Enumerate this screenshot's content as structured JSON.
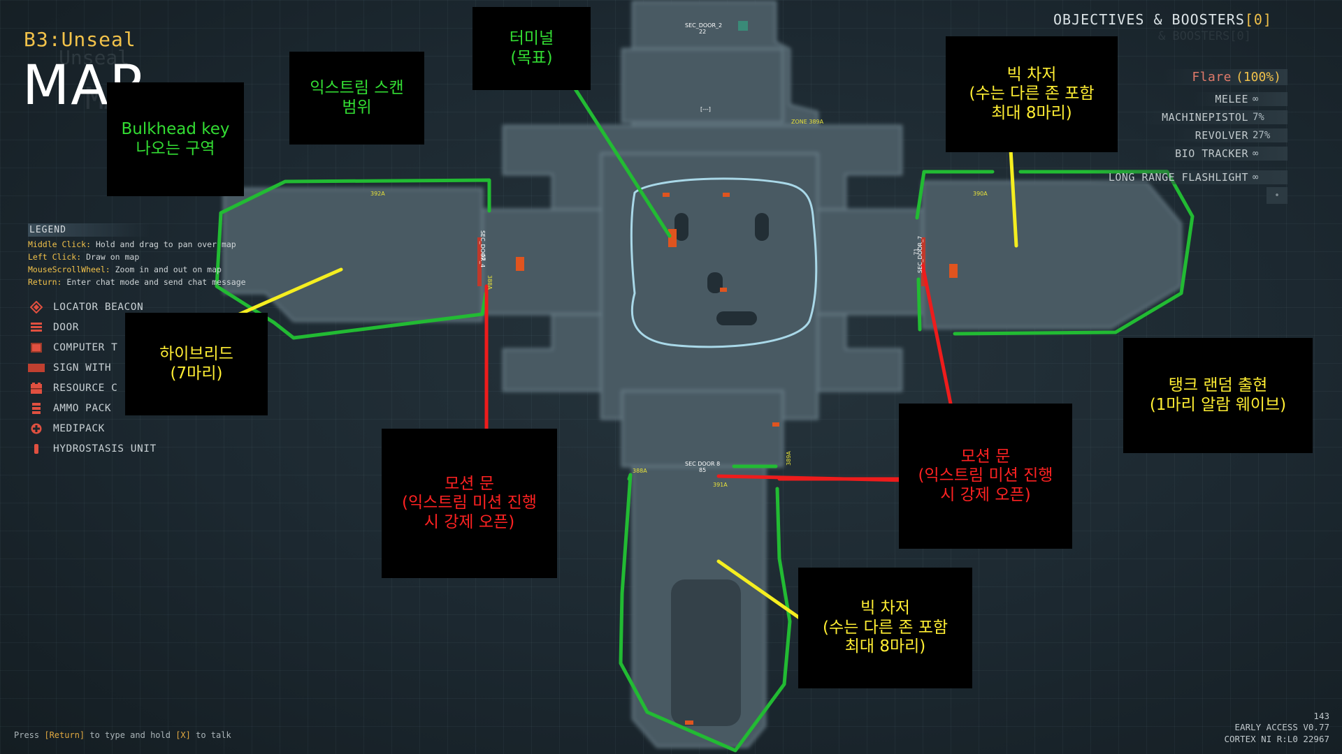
{
  "level": {
    "code": "B3:Unseal",
    "title": "MAP",
    "ghost_code": "Unseal"
  },
  "legend": {
    "header": "LEGEND",
    "controls": [
      {
        "key": "Middle Click:",
        "text": " Hold and drag to pan over map"
      },
      {
        "key": "Left Click:",
        "text": " Draw on map"
      },
      {
        "key": "MouseScrollWheel:",
        "text": " Zoom in and out on map"
      },
      {
        "key": "Return:",
        "text": " Enter chat mode and send chat message"
      }
    ],
    "items": [
      {
        "label": "LOCATOR BEACON",
        "icon": "locator-beacon-icon"
      },
      {
        "label": "DOOR",
        "icon": "door-icon"
      },
      {
        "label": "COMPUTER T",
        "icon": "computer-terminal-icon"
      },
      {
        "label": "SIGN WITH",
        "icon": "sign-icon"
      },
      {
        "label": "RESOURCE C",
        "icon": "resource-container-icon"
      },
      {
        "label": "AMMO PACK",
        "icon": "ammo-pack-icon"
      },
      {
        "label": "MEDIPACK",
        "icon": "medipack-icon"
      },
      {
        "label": "HYDROSTASIS UNIT",
        "icon": "hydrostasis-unit-icon"
      }
    ]
  },
  "objectives": {
    "label": "OBJECTIVES & BOOSTERS",
    "count": "[0]",
    "ghost": "& BOOSTERS[0]"
  },
  "inventory": {
    "flare": {
      "name": "Flare",
      "value": "(100%)"
    },
    "items": [
      {
        "name": "MELEE",
        "value": "∞"
      },
      {
        "name": "MACHINEPISTOL",
        "value": "7%"
      },
      {
        "name": "REVOLVER",
        "value": "27%"
      },
      {
        "name": "BIO TRACKER",
        "value": "∞"
      },
      {
        "name": "LONG RANGE FLASHLIGHT",
        "value": "∞"
      }
    ]
  },
  "map_labels": {
    "sec_door_top": "SEC_DOOR_2",
    "sec_door_top_num": "22",
    "zone_top": "ZONE 389A",
    "zone_left": "392A",
    "zone_right": "390A",
    "sec_door_left": "SEC_DOOR_4",
    "sec_door_left_num": "47",
    "sec_door_left_zone": "388A",
    "sec_door_right": "SEC_DOOR_7",
    "sec_door_right_num": "71",
    "sec_door_bottom": "SEC DOOR 8",
    "sec_door_bottom_num": "85",
    "zone_bottom_left": "388A",
    "zone_bottom": "391A",
    "zone_bottom_right": "389A",
    "terminal_center": "[---]"
  },
  "annotations": {
    "bulkhead": "Bulkhead key\n나오는 구역",
    "extreme_scan": "익스트림 스캔\n범위",
    "terminal": "터미널\n(목표)",
    "big_charger_top": "빅 차저\n(수는 다른 존 포함\n최대 8마리)",
    "hybrid": "하이브리드\n(7마리)",
    "motion_door_left": "모션 문\n(익스트림 미션 진행\n시 강제 오픈)",
    "motion_door_right": "모션 문\n(익스트림 미션 진행\n시 강제 오픈)",
    "tank": "탱크 랜덤 출현\n(1마리 알람 웨이브)",
    "big_charger_bottom": "빅 차저\n(수는 다른 존 포함\n최대 8마리)"
  },
  "bottom_hint": {
    "pre": "Press ",
    "key1": "[Return]",
    "mid": " to type and hold ",
    "key2": "[X]",
    "post": " to talk"
  },
  "version": {
    "line1": "143",
    "line2": "EARLY ACCESS V0.77",
    "line3": "CORTEX NI R:L0 22967"
  },
  "colors": {
    "accent_yellow": "#f2c24a",
    "outline_green": "#22bb33",
    "outline_red": "#ee1c1c",
    "outline_yellow": "#f5ee20",
    "outline_blue": "#a9d8e8",
    "floor": "#485a64"
  }
}
